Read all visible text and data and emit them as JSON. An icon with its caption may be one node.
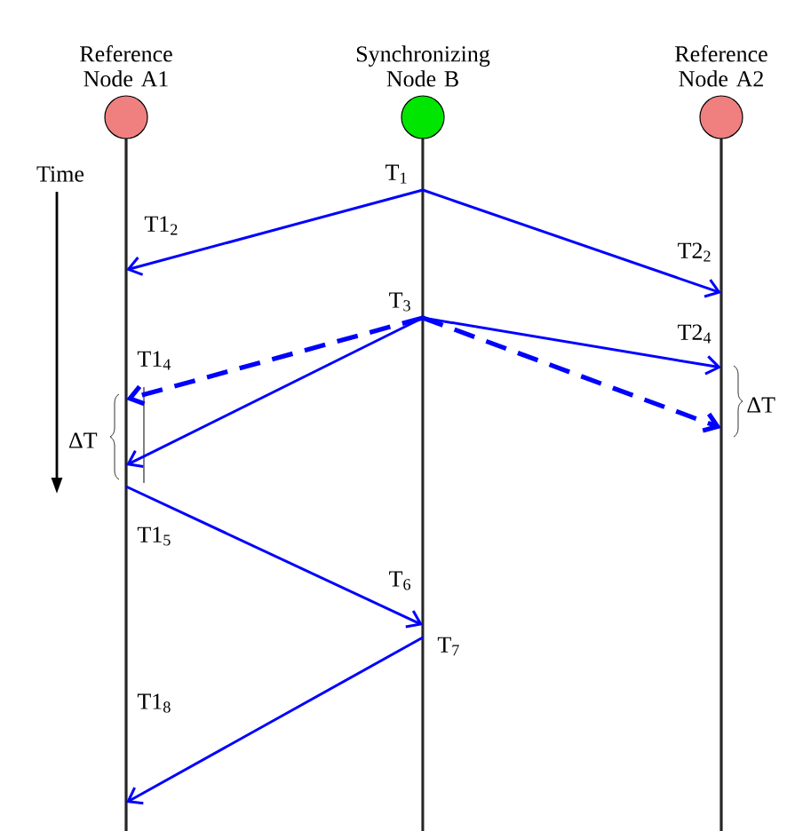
{
  "diagram": {
    "nodes": [
      {
        "text": [
          "Reference Node A1"
        ]
      },
      {
        "text": [
          "Synchronizing Node B"
        ]
      },
      {
        "text": [
          "Reference Node A2"
        ]
      }
    ],
    "edges": [
      {
        "from": 1,
        "to": 0,
        "arrow": "to"
      },
      {
        "from": 1,
        "to": 2,
        "arrow": "to"
      },
      {
        "from": 1,
        "to": 0,
        "arrow": "to",
        "style": "dashed"
      },
      {
        "from": 1,
        "to": 0,
        "arrow": "to"
      },
      {
        "from": 1,
        "to": 2,
        "arrow": "to"
      },
      {
        "from": 1,
        "to": 2,
        "arrow": "to",
        "style": "dashed"
      },
      {
        "from": 0,
        "to": 1,
        "arrow": "to"
      },
      {
        "from": 1,
        "to": 0,
        "arrow": "to"
      }
    ],
    "labels": [
      "Time",
      "T$_{1}$",
      "T1$_{2}$",
      "T2$_{2}$",
      "T$_{3}$",
      "T2$_{4}$",
      "T1$_{4}$",
      "ΔT",
      "ΔT",
      "T1$_{5}$",
      "T$_{6}$",
      "T$_{7}$",
      "T1$_{8}$"
    ]
  }
}
